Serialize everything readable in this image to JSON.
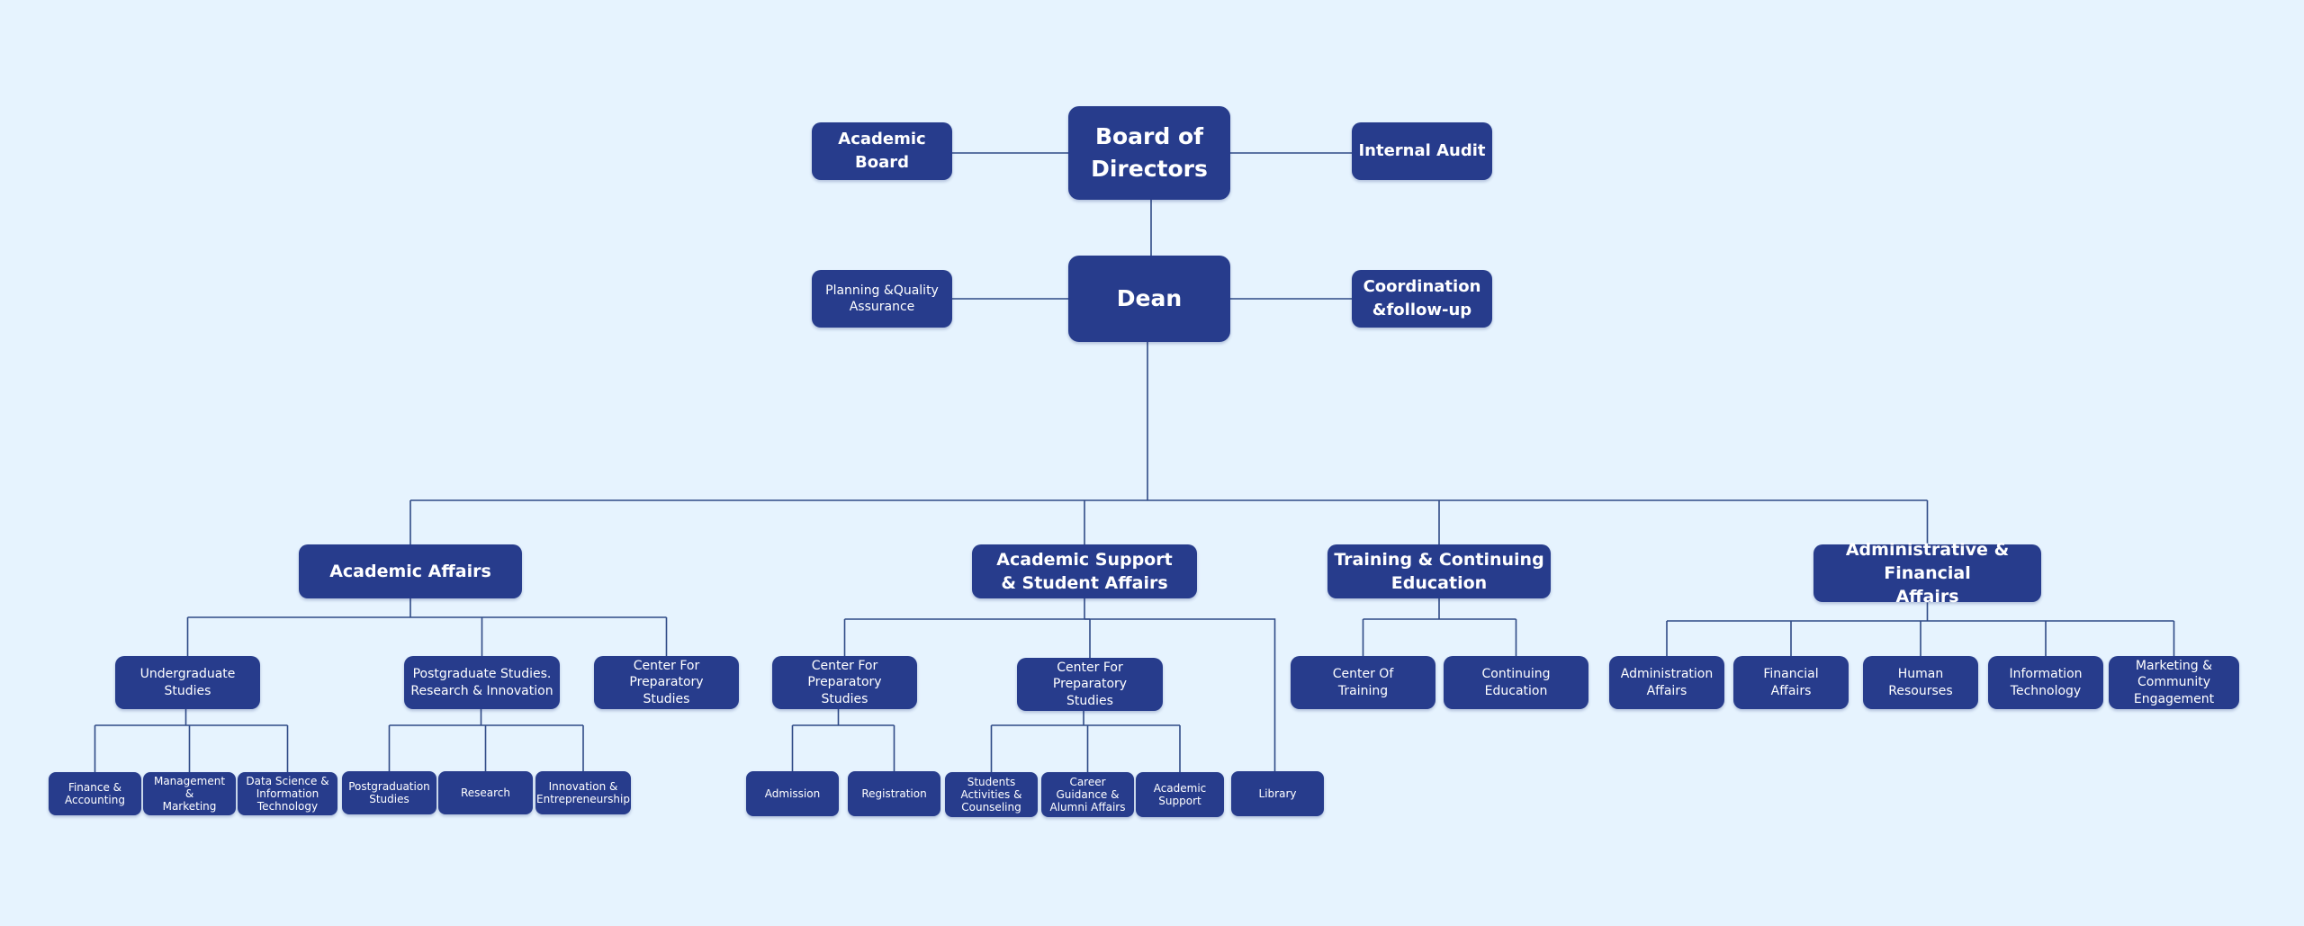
{
  "colors": {
    "background": "#e6f3fe",
    "node": "#273c8c",
    "text": "#ffffff",
    "line": "#2f4a86"
  },
  "nodes": [
    {
      "id": "board",
      "label": "Board of\nDirectors",
      "parent": null
    },
    {
      "id": "academic-board",
      "label": "Academic\nBoard",
      "parent": "board"
    },
    {
      "id": "internal-audit",
      "label": "Internal Audit",
      "parent": "board"
    },
    {
      "id": "dean",
      "label": "Dean",
      "parent": "board"
    },
    {
      "id": "planning-quality",
      "label": "Planning &Quality\nAssurance",
      "parent": "dean"
    },
    {
      "id": "coordination",
      "label": "Coordination\n&follow-up",
      "parent": "dean"
    },
    {
      "id": "academic-affairs",
      "label": "Academic Affairs",
      "parent": "dean"
    },
    {
      "id": "academic-support",
      "label": "Academic Support\n& Student Affairs",
      "parent": "dean"
    },
    {
      "id": "training-continuing",
      "label": "Training & Continuing\nEducation",
      "parent": "dean"
    },
    {
      "id": "admin-financial",
      "label": "Administrative & Financial\nAffairs",
      "parent": "dean"
    },
    {
      "id": "undergraduate",
      "label": "Undergraduate\nStudies",
      "parent": "academic-affairs"
    },
    {
      "id": "postgraduate",
      "label": "Postgraduate Studies.\nResearch & Innovation",
      "parent": "academic-affairs"
    },
    {
      "id": "prep-studies-1",
      "label": "Center For Preparatory\nStudies",
      "parent": "academic-affairs"
    },
    {
      "id": "finance-accounting",
      "label": "Finance &\nAccounting",
      "parent": "undergraduate"
    },
    {
      "id": "management-marketing",
      "label": "Management &\nMarketing",
      "parent": "undergraduate"
    },
    {
      "id": "data-science",
      "label": "Data Science &\nInformation\nTechnology",
      "parent": "undergraduate"
    },
    {
      "id": "postgraduation-studies",
      "label": "Postgraduation\nStudies",
      "parent": "postgraduate"
    },
    {
      "id": "research",
      "label": "Research",
      "parent": "postgraduate"
    },
    {
      "id": "innovation",
      "label": "Innovation &\nEntrepreneurship",
      "parent": "postgraduate"
    },
    {
      "id": "prep-studies-2",
      "label": "Center For Preparatory\nStudies",
      "parent": "academic-support"
    },
    {
      "id": "prep-studies-3",
      "label": "Center For Preparatory\nStudies",
      "parent": "academic-support"
    },
    {
      "id": "library",
      "label": "Library",
      "parent": "academic-support"
    },
    {
      "id": "admission",
      "label": "Admission",
      "parent": "prep-studies-2"
    },
    {
      "id": "registration",
      "label": "Registration",
      "parent": "prep-studies-2"
    },
    {
      "id": "student-activities",
      "label": "Students\nActivities &\nCounseling",
      "parent": "prep-studies-3"
    },
    {
      "id": "career-guidance",
      "label": "Career\nGuidance &\nAlumni Affairs",
      "parent": "prep-studies-3"
    },
    {
      "id": "academic-support-unit",
      "label": "Academic\nSupport",
      "parent": "prep-studies-3"
    },
    {
      "id": "center-training",
      "label": "Center Of\nTraining",
      "parent": "training-continuing"
    },
    {
      "id": "continuing-education",
      "label": "Continuing\nEducation",
      "parent": "training-continuing"
    },
    {
      "id": "administration-affairs",
      "label": "Administration\nAffairs",
      "parent": "admin-financial"
    },
    {
      "id": "financial-affairs",
      "label": "Financial\nAffairs",
      "parent": "admin-financial"
    },
    {
      "id": "human-resources",
      "label": "Human\nResourses",
      "parent": "admin-financial"
    },
    {
      "id": "information-technology",
      "label": "Information\nTechnology",
      "parent": "admin-financial"
    },
    {
      "id": "marketing-community",
      "label": "Marketing &\nCommunity\nEngagement",
      "parent": "admin-financial"
    }
  ]
}
